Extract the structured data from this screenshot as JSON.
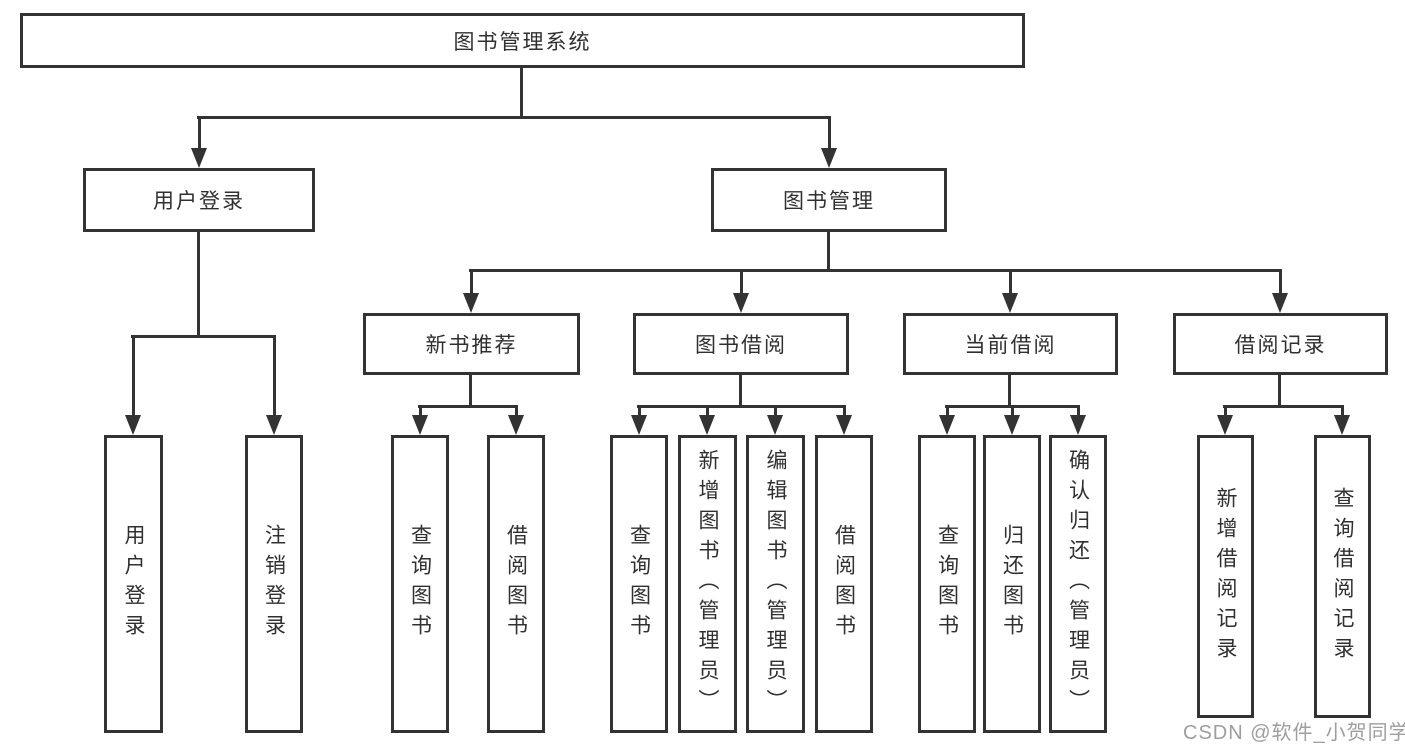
{
  "tree": {
    "root": "图书管理系统",
    "branches": [
      {
        "label": "用户登录",
        "children": [
          "用户登录",
          "注销登录"
        ]
      },
      {
        "label": "图书管理",
        "sections": [
          {
            "label": "新书推荐",
            "children": [
              "查询图书",
              "借阅图书"
            ]
          },
          {
            "label": "图书借阅",
            "children": [
              "查询图书",
              "新增图书（管理员）",
              "编辑图书（管理员）",
              "借阅图书"
            ]
          },
          {
            "label": "当前借阅",
            "children": [
              "查询图书",
              "归还图书",
              "确认归还（管理员）"
            ]
          },
          {
            "label": "借阅记录",
            "children": [
              "新增借阅记录",
              "查询借阅记录"
            ]
          }
        ]
      }
    ]
  },
  "watermark": {
    "text": "CSDN @软件_小贺同学",
    "color": "#9e9e9e"
  },
  "colors": {
    "line": "#333333",
    "text": "#303030",
    "box_background": "#ffffff",
    "page_background": "#ffffff"
  }
}
